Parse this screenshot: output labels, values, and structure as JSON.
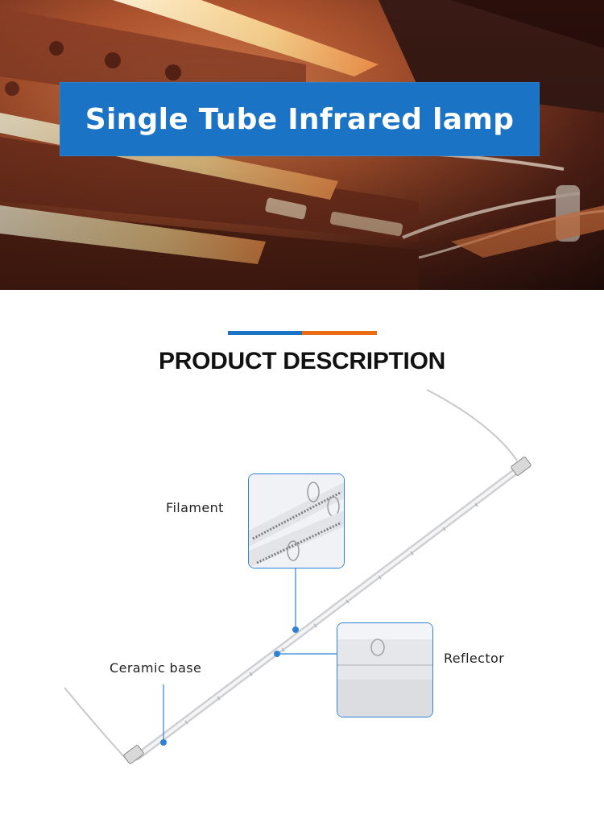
{
  "banner": {
    "title": "Single Tube Infrared lamp"
  },
  "section": {
    "title": "PRODUCT DESCRIPTION"
  },
  "diagram": {
    "labels": {
      "filament": "Filament",
      "ceramic_base": "Ceramic base",
      "reflector": "Reflector"
    }
  },
  "colors": {
    "accent_blue": "#1a73c5",
    "accent_orange": "#ea6d13",
    "callout_blue": "#2f82d3"
  }
}
